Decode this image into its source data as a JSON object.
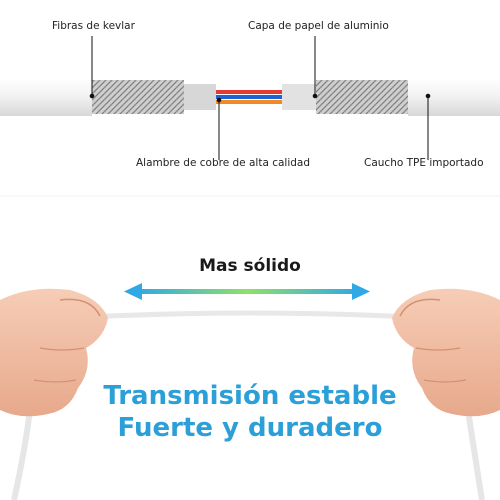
{
  "labels": {
    "kevlar": "Fibras de kevlar",
    "foil": "Capa de papel de aluminio",
    "copper": "Alambre de cobre de alta calidad",
    "tpe": "Caucho TPE importado"
  },
  "title": "Mas sólido",
  "tagline": {
    "line1": "Transmisión estable",
    "line2": "Fuerte y duradero"
  },
  "colors": {
    "accent": "#2a9fd8",
    "arrow_start": "#2fa8e6",
    "arrow_mid": "#8ee06a",
    "arrow_end": "#2fa8e6",
    "wire_red": "#e53935",
    "wire_blue": "#1e63d6",
    "wire_orange": "#f08a24",
    "skin": "#f1bfa6"
  },
  "icons": [
    "cable-cross-section",
    "double-arrow",
    "hand-left",
    "hand-right"
  ]
}
